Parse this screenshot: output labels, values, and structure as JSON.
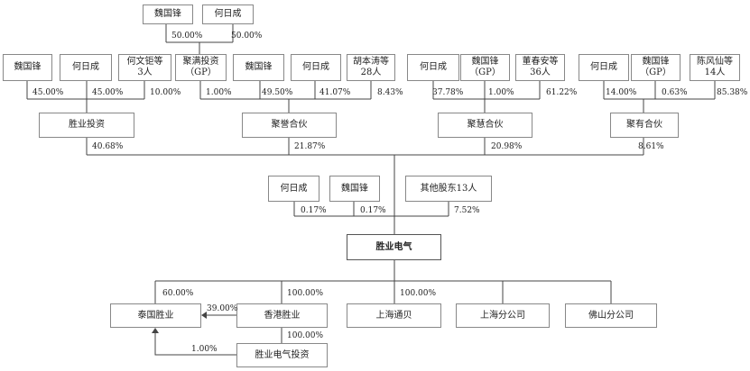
{
  "entities": {
    "wei_top": "魏国锋",
    "he_top": "何日成",
    "wei_sy": "魏国锋",
    "he_sy": "何日成",
    "hewenju": "何文钜等\n3人",
    "juman_gp": "聚满投资\n（GP）",
    "wei_jy": "魏国锋",
    "he_jy": "何日成",
    "hu": "胡本涛等\n28人",
    "he_jh": "何日成",
    "wei_jh_gp": "魏国锋\n（GP）",
    "dong": "董春安等\n36人",
    "he_jyo": "何日成",
    "wei_jyo_gp": "魏国锋\n（GP）",
    "chen": "陈风仙等\n14人",
    "shengye_invest": "胜业投资",
    "juyu": "聚誉合伙",
    "juhui": "聚慧合伙",
    "juyou": "聚有合伙",
    "he_direct": "何日成",
    "wei_direct": "魏国锋",
    "others": "其他股东13人",
    "company": "胜业电气",
    "thai": "泰国胜业",
    "hk": "香港胜业",
    "shanghai_tb": "上海通贝",
    "shanghai_branch": "上海分公司",
    "foshan_branch": "佛山分公司",
    "sy_elec_invest": "胜业电气投资"
  },
  "percentages": {
    "wei_top": "50.00%",
    "he_top": "50.00%",
    "wei_sy": "45.00%",
    "he_sy": "45.00%",
    "hewenju": "10.00%",
    "juman_gp": "1.00%",
    "wei_jy": "49.50%",
    "he_jy": "41.07%",
    "hu": "8.43%",
    "he_jh": "37.78%",
    "wei_jh": "1.00%",
    "dong": "61.22%",
    "he_jyo": "14.00%",
    "wei_jyo": "0.63%",
    "chen": "85.38%",
    "shengye_invest": "40.68%",
    "juyu": "21.87%",
    "juhui": "20.98%",
    "juyou": "8.61%",
    "he_direct": "0.17%",
    "wei_direct": "0.17%",
    "others": "7.52%",
    "thai": "60.00%",
    "hk": "100.00%",
    "shanghai_tb": "100.00%",
    "hk_to_thai": "39.00%",
    "hk_to_invest": "100.00%",
    "invest_to_thai": "1.00%"
  }
}
